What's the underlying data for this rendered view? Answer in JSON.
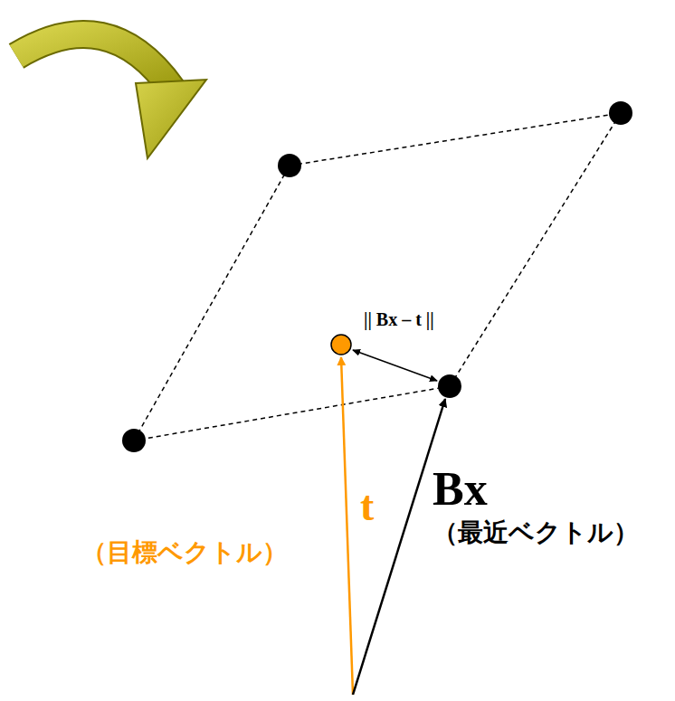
{
  "diagram": {
    "labels": [
      "|| Bx – t ||",
      "t",
      "（目標ベクトル）",
      "Bx",
      "（最近ベクトル）"
    ]
  }
}
